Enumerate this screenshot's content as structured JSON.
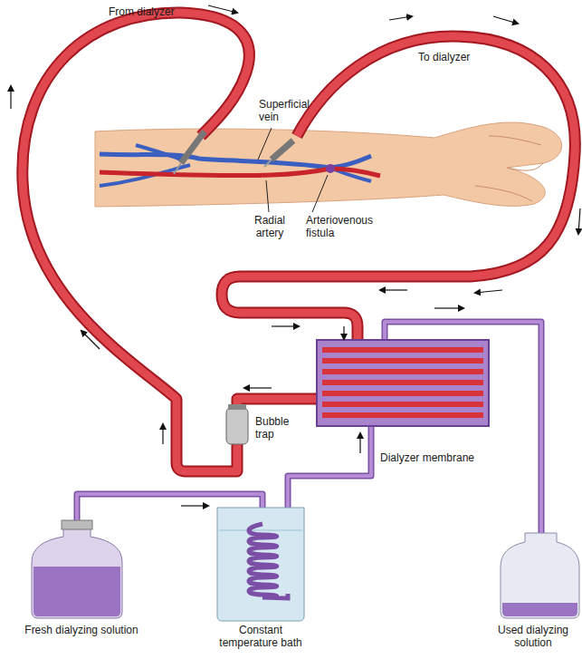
{
  "diagram": {
    "labels": [
      "From dialyzer",
      "Superficial vein",
      "To dialyzer",
      "Radial artery",
      "Arteriovenous fistula",
      "Bubble trap",
      "Dialyzer membrane",
      "Fresh dialyzing solution",
      "Constant temperature bath",
      "Used dialyzing solution"
    ]
  }
}
